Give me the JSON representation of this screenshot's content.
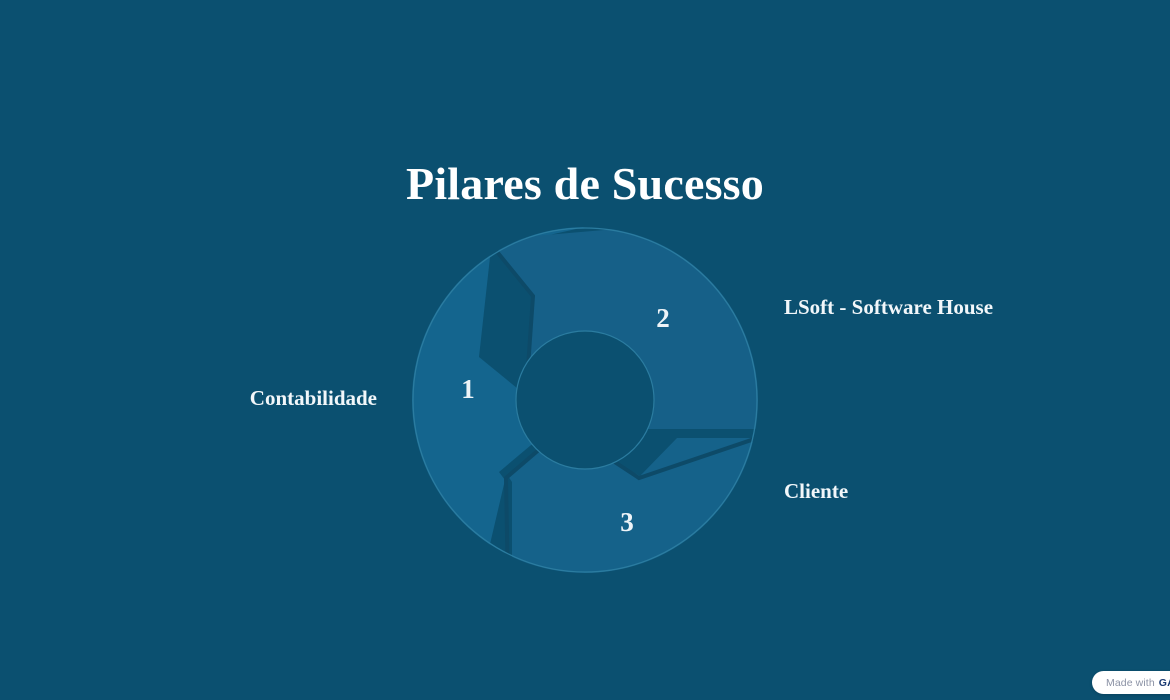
{
  "slide": {
    "title": "Pilares de Sucesso",
    "background_color": "#0b5070",
    "title_color": "#ffffff"
  },
  "chart_data": {
    "type": "pie",
    "title": "Pilares de Sucesso",
    "subtype": "donut-chevron",
    "categories": [
      "Contabilidade",
      "LSoft - Software House",
      "Cliente"
    ],
    "values": [
      1,
      1,
      1
    ],
    "numbers": [
      "1",
      "2",
      "3"
    ],
    "segment_colors": [
      "#14658e",
      "#166088",
      "#15628a"
    ],
    "hole_color": "#0b5070",
    "divider_color": "#0d4a68",
    "legend_position": "outside-left-right",
    "grid": false
  },
  "segments": [
    {
      "number": "1",
      "label": "Contabilidade",
      "color": "#14658e",
      "label_side": "left"
    },
    {
      "number": "2",
      "label": "LSoft - Software House",
      "color": "#166088",
      "label_side": "right"
    },
    {
      "number": "3",
      "label": "Cliente",
      "color": "#15628a",
      "label_side": "right"
    }
  ],
  "badge": {
    "made_with": "Made with",
    "brand": "GAMMA",
    "brand_color": "#1b3b73",
    "text_color": "#8b92a5"
  }
}
